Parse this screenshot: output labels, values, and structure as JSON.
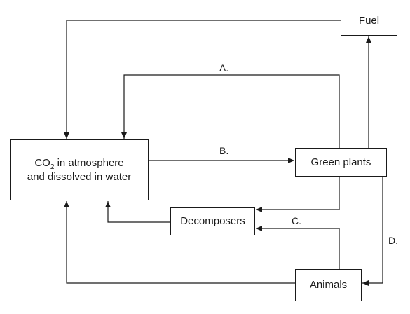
{
  "nodes": {
    "fuel": "Fuel",
    "co2": {
      "prefix": "CO",
      "subscript": "2",
      "line1_rest": " in atmosphere",
      "line2": "and dissolved in water"
    },
    "green_plants": "Green plants",
    "decomposers": "Decomposers",
    "animals": "Animals"
  },
  "edge_labels": {
    "a": "A.",
    "b": "B.",
    "c": "C.",
    "d": "D."
  },
  "colors": {
    "stroke": "#1a1a1a"
  }
}
